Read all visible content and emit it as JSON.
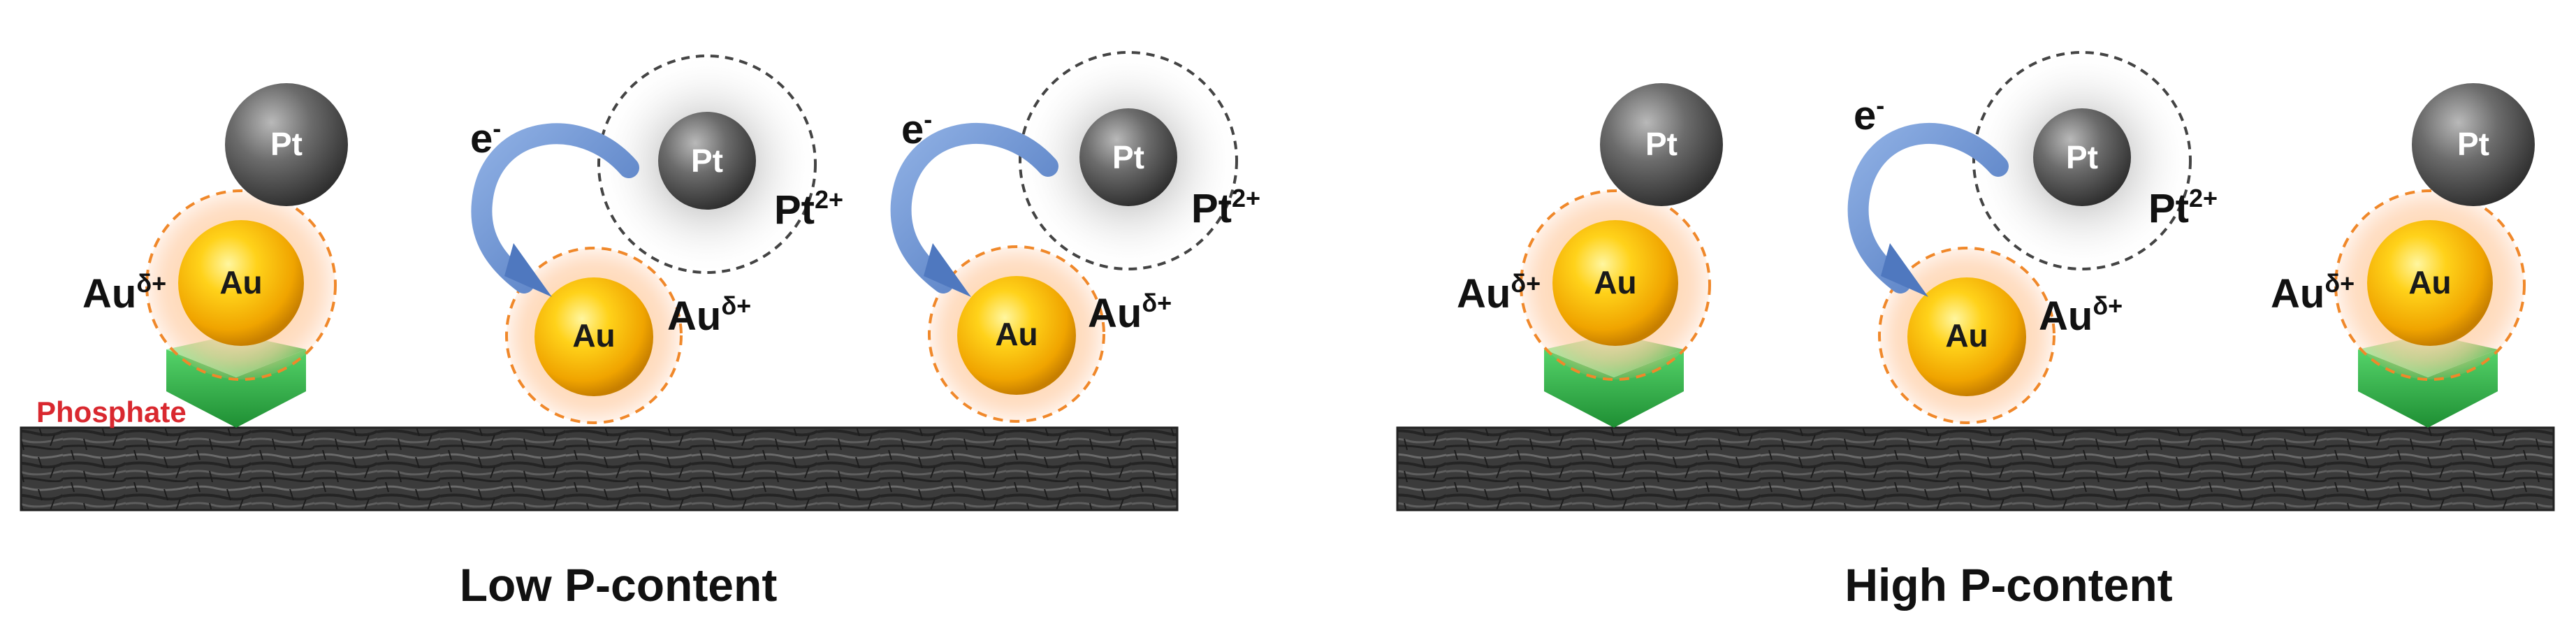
{
  "labels": {
    "au": "Au",
    "pt": "Pt",
    "au_ion_base": "Au",
    "au_ion_sup": "δ+",
    "pt_ion_base": "Pt",
    "pt_ion_sup": "2+",
    "electron_base": "e",
    "electron_sup": "-",
    "phosphate": "Phosphate"
  },
  "panels": [
    {
      "caption": "Low P-content"
    },
    {
      "caption": "High P-content"
    }
  ],
  "colors": {
    "gold": "#f6b800",
    "platinum": "#5a5a5a",
    "phosphate": "#2eb84a",
    "arrow": "#6f93d0",
    "halo_outline": "#f0882a",
    "substrate": "#3a3a3a",
    "phosphate_text": "#d9282f"
  }
}
